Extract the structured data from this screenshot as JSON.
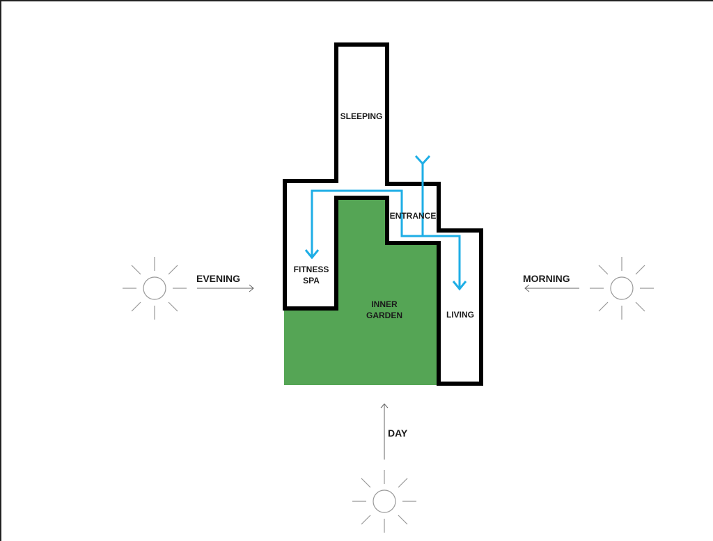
{
  "rooms": {
    "sleeping": "SLEEPING",
    "entrance": "ENTRANCE",
    "fitness_line1": "FITNESS",
    "fitness_line2": "SPA",
    "garden_line1": "INNER",
    "garden_line2": "GARDEN",
    "living": "LIVING"
  },
  "directions": {
    "evening": "EVENING",
    "morning": "MORNING",
    "day": "DAY"
  },
  "colors": {
    "garden": "#55a555",
    "circulation": "#1eaee6",
    "wall": "#000000"
  }
}
